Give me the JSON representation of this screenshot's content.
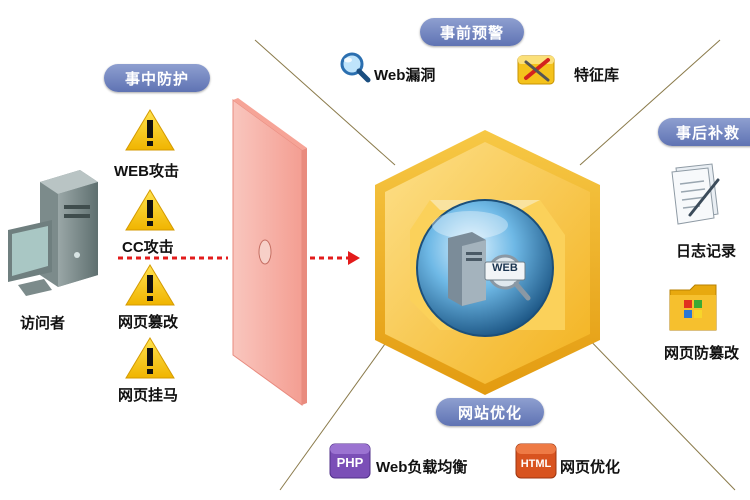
{
  "badges": {
    "pre_warning": "事前预警",
    "in_protection": "事中防护",
    "post_remedy": "事后补救",
    "site_optimization": "网站优化"
  },
  "visitor": {
    "label": "访问者"
  },
  "attacks": [
    {
      "label": "WEB攻击"
    },
    {
      "label": "CC攻击"
    },
    {
      "label": "网页篡改"
    },
    {
      "label": "网页挂马"
    }
  ],
  "pre_warning_items": [
    {
      "label": "Web漏洞",
      "icon": "magnifier-icon"
    },
    {
      "label": "特征库",
      "icon": "toolbox-icon"
    }
  ],
  "post_remedy_items": [
    {
      "label": "日志记录",
      "icon": "log-document-icon"
    },
    {
      "label": "网页防篡改",
      "icon": "folder-windows-icon"
    }
  ],
  "optimization_items": [
    {
      "label": "Web负载均衡",
      "icon": "php-icon",
      "icon_text": "PHP"
    },
    {
      "label": "网页优化",
      "icon": "html-icon",
      "icon_text": "HTML"
    }
  ],
  "center": {
    "globe_text": "WEB"
  },
  "colors": {
    "badge": "#6f81bd",
    "firewall": "#f7b7ae",
    "arrow": "#e31b1b",
    "hexagon": "#f8c23a",
    "warning": "#f7c51b"
  }
}
